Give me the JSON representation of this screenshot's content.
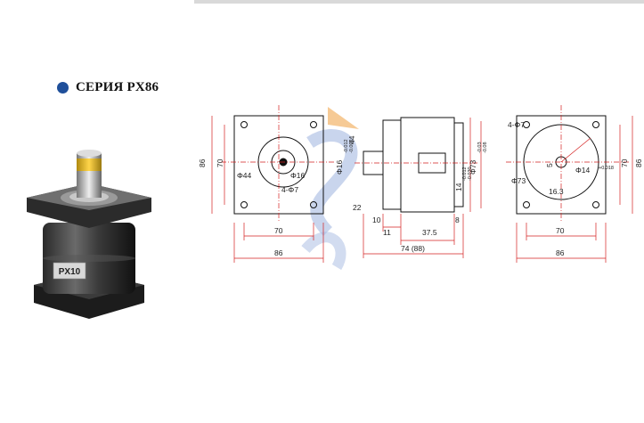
{
  "header": {
    "series_title": "СЕРИЯ PX86"
  },
  "product": {
    "label_plate": "PX10"
  },
  "drawing": {
    "front_view": {
      "height_outer": "86",
      "height_inner": "70",
      "pilot_dia": "Φ44",
      "boss_dia": "Φ16",
      "holes": "4-Φ7",
      "width_inner": "70",
      "width_outer": "86"
    },
    "side_view": {
      "key_len": "44",
      "shaft_dia": "Φ16",
      "shaft_tol_top": "-0.012",
      "shaft_tol_bottom": "-0.002",
      "shaft_len": "22",
      "key_width": "14",
      "key_tol_top": "-0.012",
      "key_tol_bottom": "-0.030",
      "body_dia": "Φ73",
      "body_tol_top": "-0.03",
      "body_tol_bottom": "-0.08",
      "flange_10": "10",
      "flange_11": "11",
      "body_375": "37.5",
      "end_8": "8",
      "total_len": "74 (88)"
    },
    "rear_view": {
      "holes": "4-Φ7",
      "height_inner": "70",
      "height_outer": "86",
      "bore_small": "5",
      "bore_dia": "Φ14",
      "bore_tol": "+0.018",
      "pcd": "Φ73",
      "key_depth": "16.3",
      "width_inner": "70",
      "width_outer": "86"
    }
  }
}
